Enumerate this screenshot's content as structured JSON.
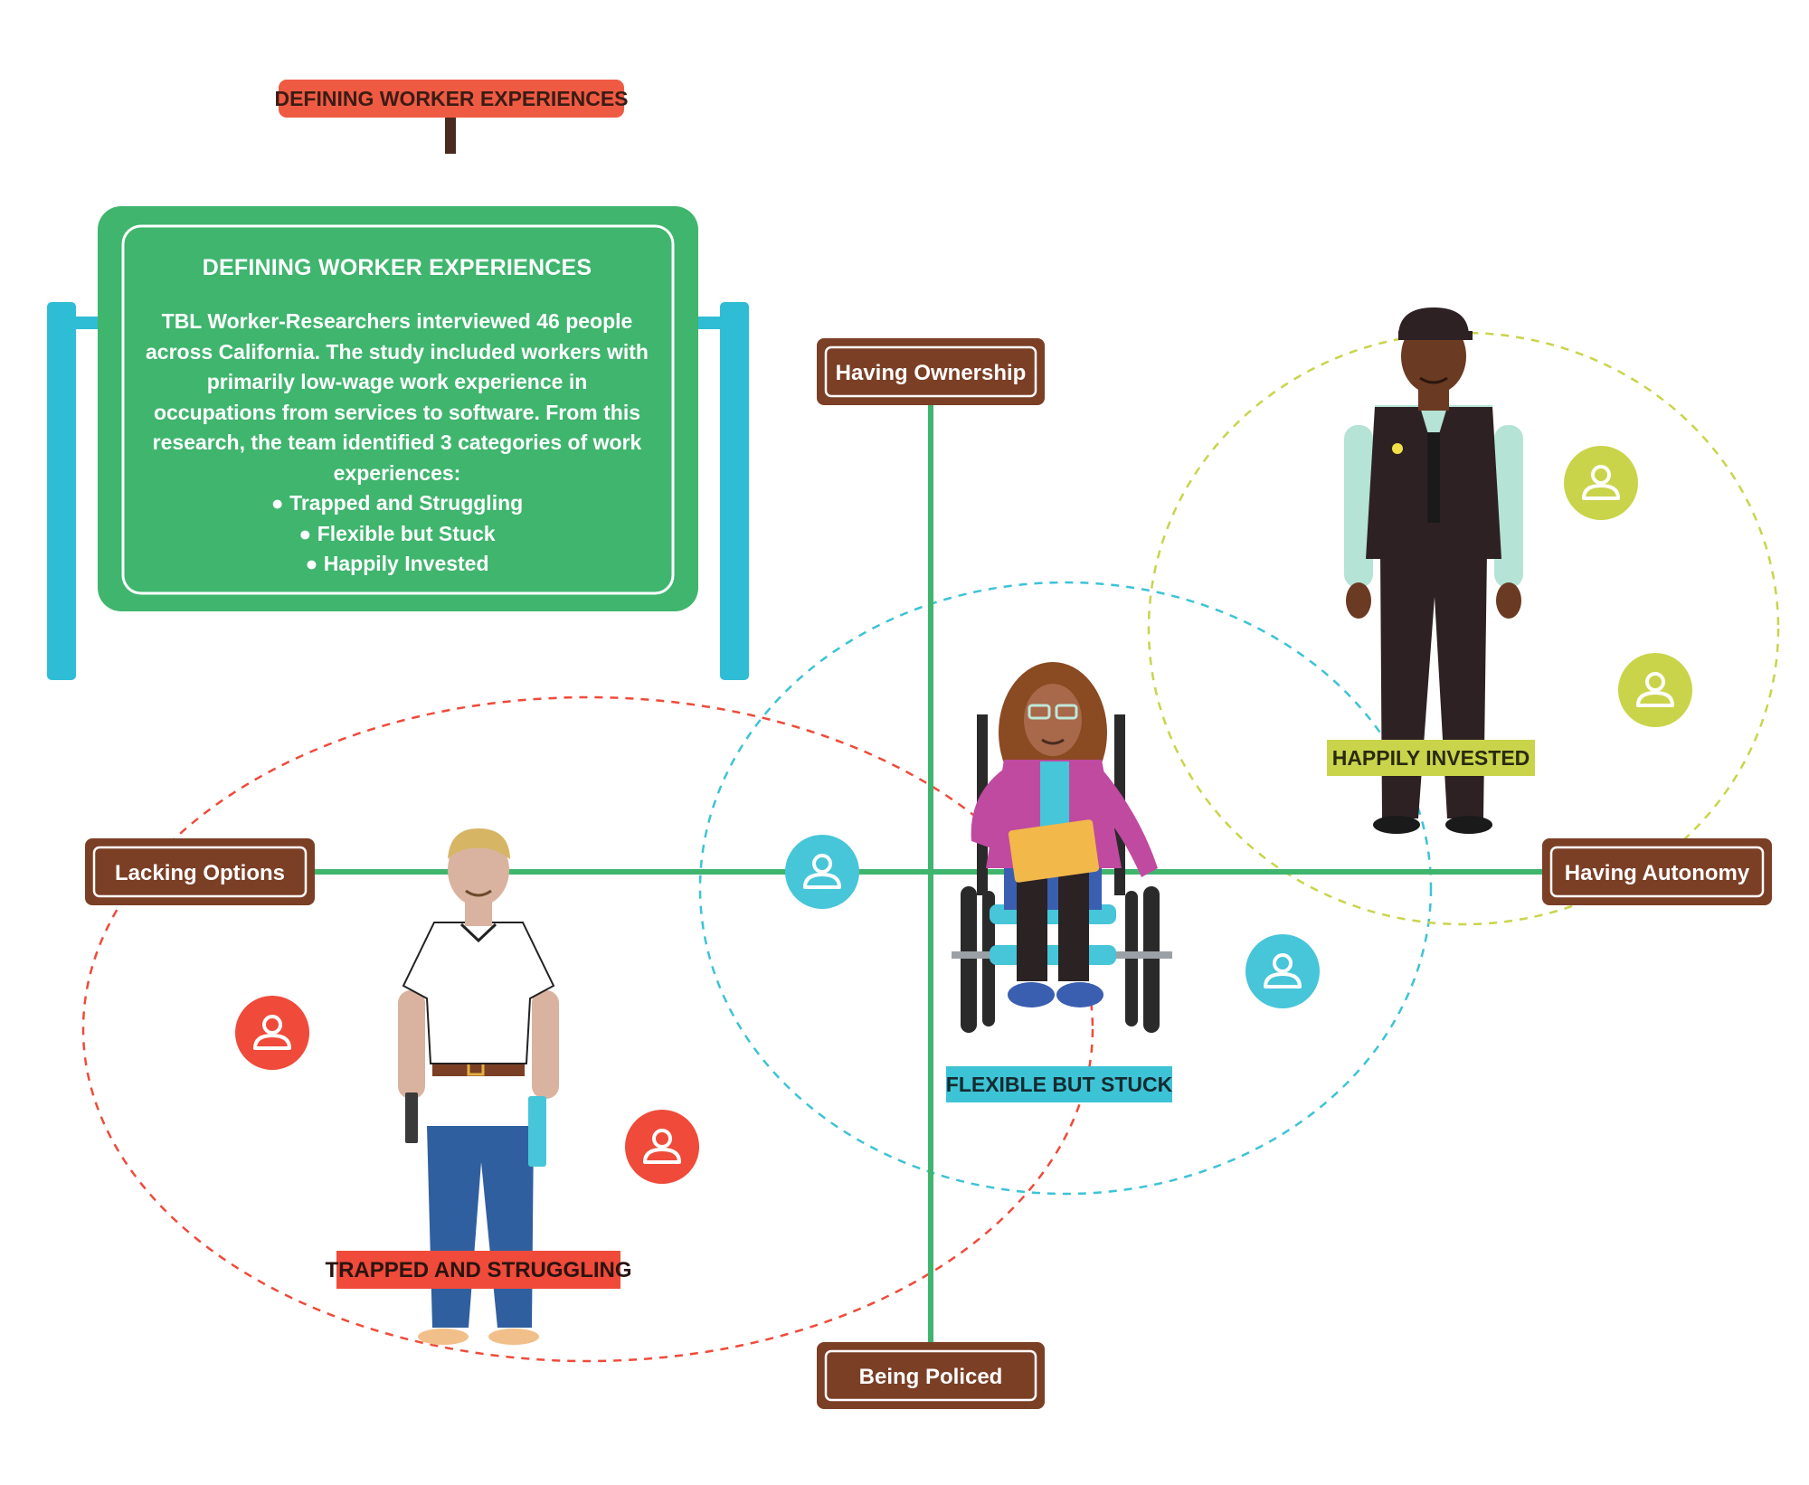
{
  "header_tag": "DEFINING WORKER EXPERIENCES",
  "sign": {
    "title": "DEFINING WORKER EXPERIENCES",
    "description": "TBL Worker-Researchers interviewed 46 people across California. The study included workers with primarily low-wage work experience in occupations from services to software. From this research, the team identified 3 categories of work experiences:",
    "bullets": [
      "Trapped and Struggling",
      "Flexible but Stuck",
      "Happily Invested"
    ]
  },
  "axes": {
    "top": "Having Ownership",
    "bottom": "Being Policed",
    "left": "Lacking Options",
    "right": "Having Autonomy"
  },
  "categories": [
    {
      "label": "TRAPPED AND STRUGGLING",
      "color": "#ef4a3a"
    },
    {
      "label": "FLEXIBLE BUT STUCK",
      "color": "#3cc3d6"
    },
    {
      "label": "HAPPILY INVESTED",
      "color": "#c9d44a"
    }
  ],
  "colors": {
    "axis_line": "#3fb56e",
    "sign_green": "#3fb56e",
    "sign_post": "#2fbdd5",
    "axis_label_bg": "#7b3f26",
    "header_tag_bg": "#ef5a43",
    "person_red": "#ef4a3a",
    "person_blue": "#47c5d9",
    "person_yellow": "#c9d44a"
  }
}
